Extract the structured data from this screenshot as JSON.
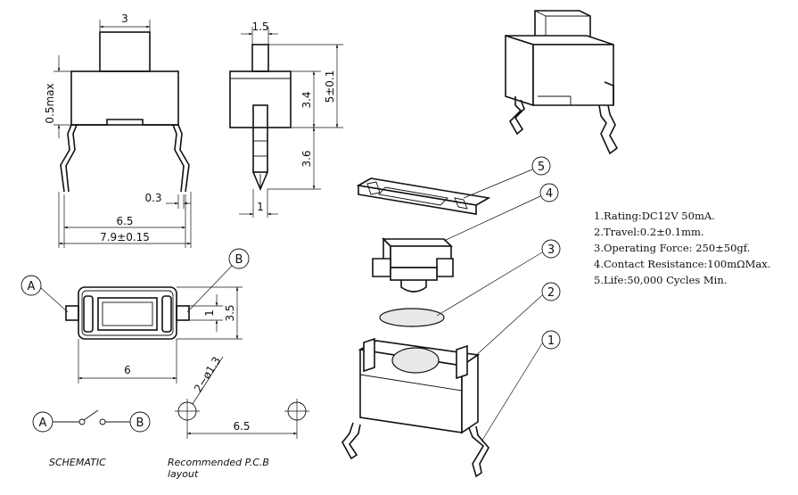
{
  "dimensions": {
    "top_width": "3",
    "side_width": "1.5",
    "height_max": "0.5max",
    "body_height": "3.4",
    "total_height": "5±0.1",
    "pin_length": "3.6",
    "pin_thickness": "0.3",
    "pin_width": "1",
    "pin_pitch": "6.5",
    "overall_width": "7.9±0.15",
    "body_depth": "3.5",
    "terminal_width": "1",
    "body_width": "6",
    "hole_dia": "2−ø1.3",
    "pcb_pitch": "6.5"
  },
  "callouts": {
    "terminal_a": "A",
    "terminal_b": "B",
    "part_1": "1",
    "part_2": "2",
    "part_3": "3",
    "part_4": "4",
    "part_5": "5"
  },
  "captions": {
    "schematic": "SCHEMATIC",
    "pcb_line1": "Recommended P.C.B",
    "pcb_line2": "layout"
  },
  "specs": [
    "1.Rating:DC12V 50mA.",
    "2.Travel:0.2±0.1mm.",
    "3.Operating Force: 250±50gf.",
    "4.Contact Resistance:100mΩMax.",
    "5.Life:50,000 Cycles Min."
  ]
}
